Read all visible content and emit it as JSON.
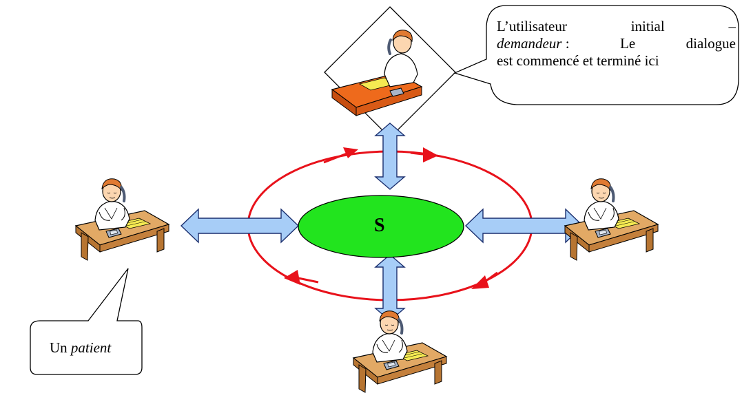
{
  "server": {
    "label": "S"
  },
  "callout_top": {
    "line1": [
      "L’utilisateur",
      "initial",
      "–"
    ],
    "line2_italic": "demandeur",
    "line2_rest": [
      ":",
      "Le",
      "dialogue"
    ],
    "line3": "est commencé et terminé ici"
  },
  "callout_bottom": {
    "prefix": "Un ",
    "italic": "patient"
  },
  "colors": {
    "ring": "#e8121b",
    "server_fill": "#22e41e",
    "double_arrow_fill": "#a7cdf7",
    "double_arrow_stroke": "#1b2f6e",
    "desk_top": "#ee6a1c",
    "desk_side": "#d89a52"
  },
  "icons": [
    "user-at-desk-on-phone",
    "server-ellipse",
    "double-arrow",
    "ring-flow-arrow"
  ]
}
